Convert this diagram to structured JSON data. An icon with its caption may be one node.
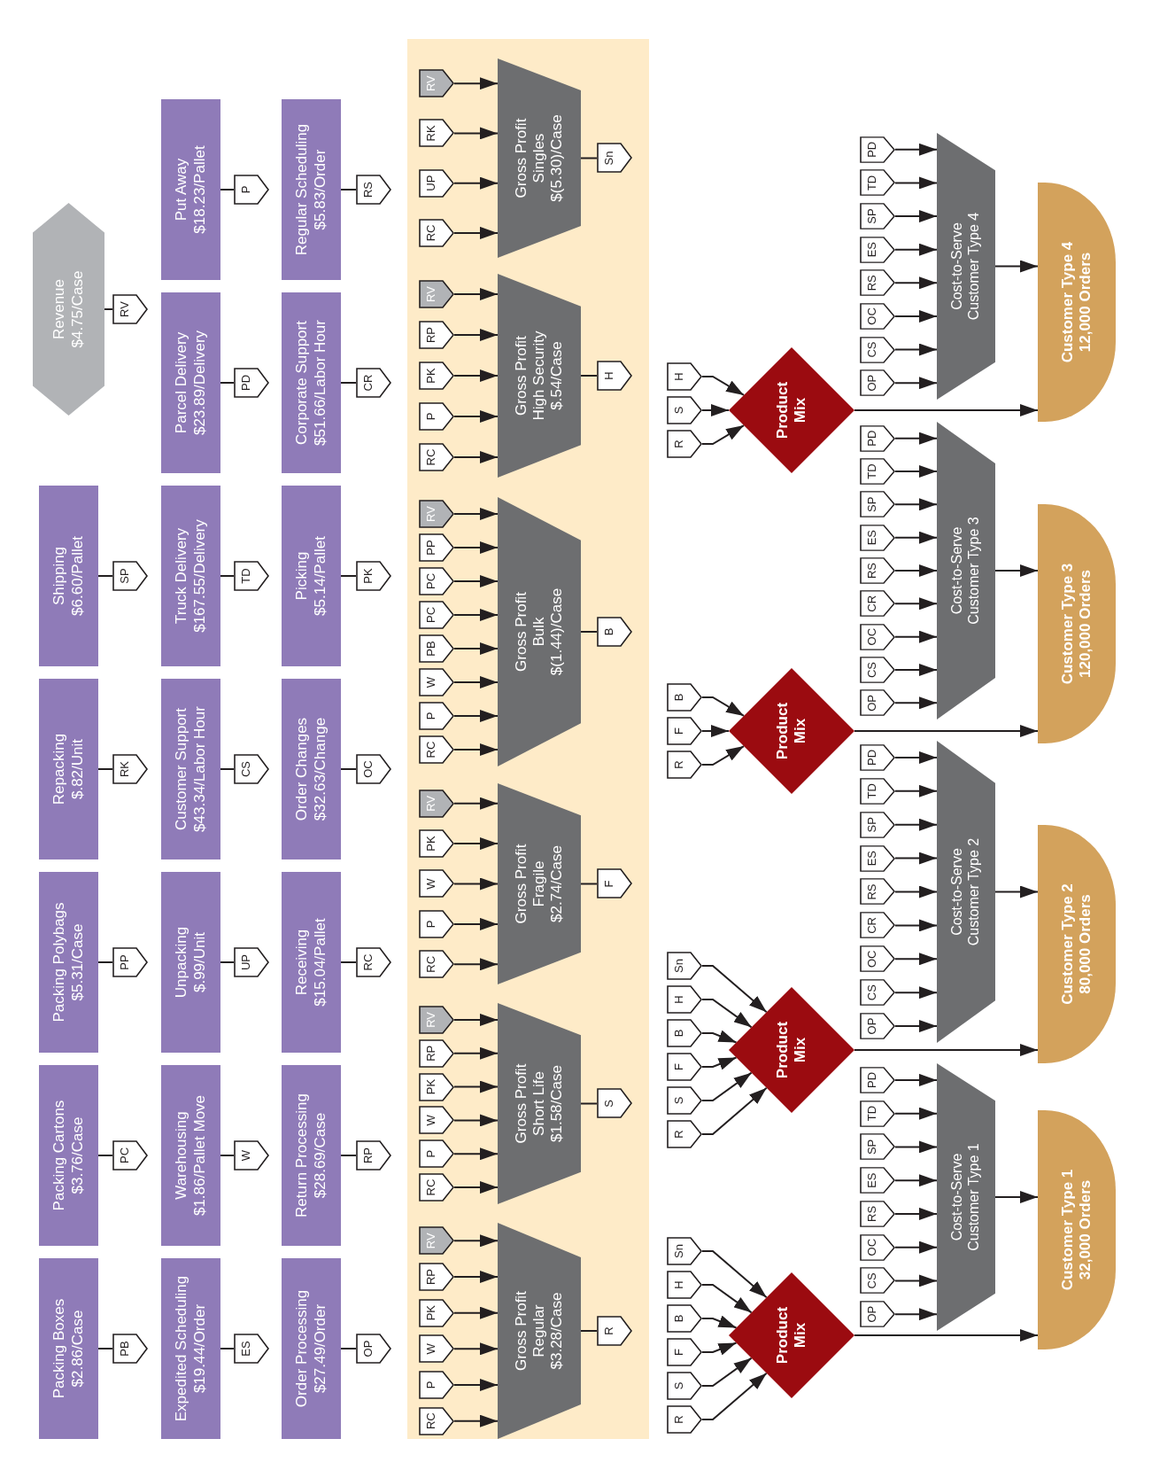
{
  "diagram": {
    "nodes": [
      {
        "text": [
          "Packing Boxes",
          "$2.86/Case"
        ]
      },
      {
        "text": [
          "PB"
        ]
      },
      {
        "text": [
          "Packing Cartons",
          "$3.76/Case"
        ]
      },
      {
        "text": [
          "PC"
        ]
      },
      {
        "text": [
          "Packing Polybags",
          "$5.31/Case"
        ]
      },
      {
        "text": [
          "PP"
        ]
      },
      {
        "text": [
          "Repacking",
          "$.82/Unit"
        ]
      },
      {
        "text": [
          "RK"
        ]
      },
      {
        "text": [
          "Shipping",
          "$6.60/Pallet"
        ]
      },
      {
        "text": [
          "SP"
        ]
      },
      {
        "text": [
          "Revenue",
          "$4.75/Case"
        ]
      },
      {
        "text": [
          "RV"
        ]
      },
      {
        "text": [
          "Expedited Scheduling",
          "$19.44/Order"
        ]
      },
      {
        "text": [
          "ES"
        ]
      },
      {
        "text": [
          "Warehousing",
          "$1.86/Pallet Move"
        ]
      },
      {
        "text": [
          "W"
        ]
      },
      {
        "text": [
          "Unpacking",
          "$.99/Unit"
        ]
      },
      {
        "text": [
          "UP"
        ]
      },
      {
        "text": [
          "Customer Support",
          "$43.34/Labor Hour"
        ]
      },
      {
        "text": [
          "CS"
        ]
      },
      {
        "text": [
          "Truck Delivery",
          "$167.55/Delivery"
        ]
      },
      {
        "text": [
          "TD"
        ]
      },
      {
        "text": [
          "Parcel Delivery",
          "$23.89/Delivery"
        ]
      },
      {
        "text": [
          "PD"
        ]
      },
      {
        "text": [
          "Put Away",
          "$18.23/Pallet"
        ]
      },
      {
        "text": [
          "P"
        ]
      },
      {
        "text": [
          "Order Processing",
          "$27.49/Order"
        ]
      },
      {
        "text": [
          "OP"
        ]
      },
      {
        "text": [
          "Return Processing",
          "$28.69/Case"
        ]
      },
      {
        "text": [
          "RP"
        ]
      },
      {
        "text": [
          "Receiving",
          "$15.04/Pallet"
        ]
      },
      {
        "text": [
          "RC"
        ]
      },
      {
        "text": [
          "Order Changes",
          "$32.63/Change"
        ]
      },
      {
        "text": [
          "OC"
        ]
      },
      {
        "text": [
          "Picking",
          "$5.14/Pallet"
        ]
      },
      {
        "text": [
          "PK"
        ]
      },
      {
        "text": [
          "Corporate Support",
          "$51.66/Labor Hour"
        ]
      },
      {
        "text": [
          "CR"
        ]
      },
      {
        "text": [
          "Regular Scheduling",
          "$5.83/Order"
        ]
      },
      {
        "text": [
          "RS"
        ]
      },
      {
        "text": [],
        "shape": "box"
      },
      {
        "text": [
          "RC"
        ],
        "in": 40
      },
      {
        "text": [
          "P"
        ],
        "in": 40
      },
      {
        "text": [
          "W"
        ],
        "in": 40
      },
      {
        "text": [
          "PK"
        ],
        "in": 40
      },
      {
        "text": [
          "RP"
        ],
        "in": 40
      },
      {
        "text": [
          "RV"
        ],
        "in": 40
      },
      {
        "text": [
          "Gross Profit",
          "Regular",
          "$3.28/Case"
        ],
        "in": 40
      },
      {
        "text": [
          "R"
        ],
        "in": 40
      },
      {
        "text": [
          "RC"
        ],
        "in": 40
      },
      {
        "text": [
          "P"
        ],
        "in": 40
      },
      {
        "text": [
          "W"
        ],
        "in": 40
      },
      {
        "text": [
          "PK"
        ],
        "in": 40
      },
      {
        "text": [
          "RP"
        ],
        "in": 40
      },
      {
        "text": [
          "RV"
        ],
        "in": 40
      },
      {
        "text": [
          "Gross Profit",
          "Short Life",
          "$1.58/Case"
        ],
        "in": 40
      },
      {
        "text": [
          "S"
        ],
        "in": 40
      },
      {
        "text": [
          "RC"
        ],
        "in": 40
      },
      {
        "text": [
          "P"
        ],
        "in": 40
      },
      {
        "text": [
          "W"
        ],
        "in": 40
      },
      {
        "text": [
          "PK"
        ],
        "in": 40
      },
      {
        "text": [
          "RV"
        ],
        "in": 40
      },
      {
        "text": [
          "Gross Profit",
          "Fragile",
          "$2.74/Case"
        ],
        "in": 40
      },
      {
        "text": [
          "F"
        ],
        "in": 40
      },
      {
        "text": [
          "RC"
        ],
        "in": 40
      },
      {
        "text": [
          "P"
        ],
        "in": 40
      },
      {
        "text": [
          "W"
        ],
        "in": 40
      },
      {
        "text": [
          "PB"
        ],
        "in": 40
      },
      {
        "text": [
          "PC"
        ],
        "in": 40
      },
      {
        "text": [
          "PC"
        ],
        "in": 40
      },
      {
        "text": [
          "PP"
        ],
        "in": 40
      },
      {
        "text": [
          "RV"
        ],
        "in": 40
      },
      {
        "text": [
          "Gross Profit",
          "Bulk",
          "$(1.44)/Case"
        ],
        "in": 40
      },
      {
        "text": [
          "B"
        ],
        "in": 40
      },
      {
        "text": [
          "RC"
        ],
        "in": 40
      },
      {
        "text": [
          "P"
        ],
        "in": 40
      },
      {
        "text": [
          "PK"
        ],
        "in": 40
      },
      {
        "text": [
          "RP"
        ],
        "in": 40
      },
      {
        "text": [
          "RV"
        ],
        "in": 40
      },
      {
        "text": [
          "Gross Profit",
          "High Security",
          "$.54/Case"
        ],
        "in": 40
      },
      {
        "text": [
          "H"
        ],
        "in": 40
      },
      {
        "text": [
          "RC"
        ],
        "in": 40
      },
      {
        "text": [
          "UP"
        ],
        "in": 40
      },
      {
        "text": [
          "RK"
        ],
        "in": 40
      },
      {
        "text": [
          "RV"
        ],
        "in": 40
      },
      {
        "text": [
          "Gross Profit",
          "Singles",
          "$(5.30)/Case"
        ],
        "in": 40
      },
      {
        "text": [
          "Sn"
        ],
        "in": 40
      },
      {
        "text": [
          "R"
        ]
      },
      {
        "text": [
          "S"
        ]
      },
      {
        "text": [
          "F"
        ]
      },
      {
        "text": [
          "B"
        ]
      },
      {
        "text": [
          "H"
        ]
      },
      {
        "text": [
          "Sn"
        ]
      },
      {
        "text": [
          "Product Mix"
        ]
      },
      {
        "text": [
          "OP"
        ]
      },
      {
        "text": [
          "CS"
        ]
      },
      {
        "text": [
          "OC"
        ]
      },
      {
        "text": [
          "RS"
        ]
      },
      {
        "text": [
          "ES"
        ]
      },
      {
        "text": [
          "SP"
        ]
      },
      {
        "text": [
          "TD"
        ]
      },
      {
        "text": [
          "PD"
        ]
      },
      {
        "text": [
          "Cost-to-Serve",
          "Customer Type 1"
        ]
      },
      {
        "text": [
          "Customer Type 1",
          "32,000 Orders"
        ]
      },
      {
        "text": [
          "R"
        ]
      },
      {
        "text": [
          "S"
        ]
      },
      {
        "text": [
          "F"
        ]
      },
      {
        "text": [
          "B"
        ]
      },
      {
        "text": [
          "H"
        ]
      },
      {
        "text": [
          "Sn"
        ]
      },
      {
        "text": [
          "Product Mix"
        ]
      },
      {
        "text": [
          "OP"
        ]
      },
      {
        "text": [
          "CS"
        ]
      },
      {
        "text": [
          "OC"
        ]
      },
      {
        "text": [
          "CR"
        ]
      },
      {
        "text": [
          "RS"
        ]
      },
      {
        "text": [
          "ES"
        ]
      },
      {
        "text": [
          "SP"
        ]
      },
      {
        "text": [
          "TD"
        ]
      },
      {
        "text": [
          "PD"
        ]
      },
      {
        "text": [
          "Cost-to-Serve",
          "Customer Type 2"
        ]
      },
      {
        "text": [
          "Customer Type 2",
          "80,000 Orders"
        ]
      },
      {
        "text": [
          "R"
        ]
      },
      {
        "text": [
          "F"
        ]
      },
      {
        "text": [
          "B"
        ]
      },
      {
        "text": [
          "Product Mix"
        ]
      },
      {
        "text": [
          "OP"
        ]
      },
      {
        "text": [
          "CS"
        ]
      },
      {
        "text": [
          "OC"
        ]
      },
      {
        "text": [
          "CR"
        ]
      },
      {
        "text": [
          "RS"
        ]
      },
      {
        "text": [
          "ES"
        ]
      },
      {
        "text": [
          "SP"
        ]
      },
      {
        "text": [
          "TD"
        ]
      },
      {
        "text": [
          "PD"
        ]
      },
      {
        "text": [
          "Cost-to-Serve",
          "Customer Type 3"
        ]
      },
      {
        "text": [
          "Customer Type 3",
          "120,000 Orders"
        ]
      },
      {
        "text": [
          "R"
        ]
      },
      {
        "text": [
          "S"
        ]
      },
      {
        "text": [
          "H"
        ]
      },
      {
        "text": [
          "Product Mix"
        ]
      },
      {
        "text": [
          "OP"
        ]
      },
      {
        "text": [
          "CS"
        ]
      },
      {
        "text": [
          "OC"
        ]
      },
      {
        "text": [
          "RS"
        ]
      },
      {
        "text": [
          "ES"
        ]
      },
      {
        "text": [
          "SP"
        ]
      },
      {
        "text": [
          "TD"
        ]
      },
      {
        "text": [
          "PD"
        ]
      },
      {
        "text": [
          "Cost-to-Serve",
          "Customer Type 4"
        ]
      },
      {
        "text": [
          "Customer Type 4",
          "12,000 Orders"
        ]
      }
    ],
    "edges": [
      {
        "from": 0,
        "to": 1,
        "arrow": "none"
      },
      {
        "from": 2,
        "to": 3,
        "arrow": "none"
      },
      {
        "from": 4,
        "to": 5,
        "arrow": "none"
      },
      {
        "from": 6,
        "to": 7,
        "arrow": "none"
      },
      {
        "from": 8,
        "to": 9,
        "arrow": "none"
      },
      {
        "from": 10,
        "to": 11,
        "arrow": "none"
      },
      {
        "from": 12,
        "to": 13,
        "arrow": "none"
      },
      {
        "from": 14,
        "to": 15,
        "arrow": "none"
      },
      {
        "from": 16,
        "to": 17,
        "arrow": "none"
      },
      {
        "from": 18,
        "to": 19,
        "arrow": "none"
      },
      {
        "from": 20,
        "to": 21,
        "arrow": "none"
      },
      {
        "from": 22,
        "to": 23,
        "arrow": "none"
      },
      {
        "from": 24,
        "to": 25,
        "arrow": "none"
      },
      {
        "from": 26,
        "to": 27,
        "arrow": "none"
      },
      {
        "from": 28,
        "to": 29,
        "arrow": "none"
      },
      {
        "from": 30,
        "to": 31,
        "arrow": "none"
      },
      {
        "from": 32,
        "to": 33,
        "arrow": "none"
      },
      {
        "from": 34,
        "to": 35,
        "arrow": "none"
      },
      {
        "from": 36,
        "to": 37,
        "arrow": "none"
      },
      {
        "from": 38,
        "to": 39,
        "arrow": "none"
      },
      {
        "from": 41,
        "to": 47,
        "arrow": "to"
      },
      {
        "from": 42,
        "to": 47,
        "arrow": "to"
      },
      {
        "from": 43,
        "to": 47,
        "arrow": "to"
      },
      {
        "from": 44,
        "to": 47,
        "arrow": "to"
      },
      {
        "from": 45,
        "to": 47,
        "arrow": "to"
      },
      {
        "from": 46,
        "to": 47,
        "arrow": "to"
      },
      {
        "from": 47,
        "to": 48,
        "arrow": "none"
      },
      {
        "from": 49,
        "to": 55,
        "arrow": "to"
      },
      {
        "from": 50,
        "to": 55,
        "arrow": "to"
      },
      {
        "from": 51,
        "to": 55,
        "arrow": "to"
      },
      {
        "from": 52,
        "to": 55,
        "arrow": "to"
      },
      {
        "from": 53,
        "to": 55,
        "arrow": "to"
      },
      {
        "from": 54,
        "to": 55,
        "arrow": "to"
      },
      {
        "from": 55,
        "to": 56,
        "arrow": "none"
      },
      {
        "from": 57,
        "to": 62,
        "arrow": "to"
      },
      {
        "from": 58,
        "to": 62,
        "arrow": "to"
      },
      {
        "from": 59,
        "to": 62,
        "arrow": "to"
      },
      {
        "from": 60,
        "to": 62,
        "arrow": "to"
      },
      {
        "from": 61,
        "to": 62,
        "arrow": "to"
      },
      {
        "from": 62,
        "to": 63,
        "arrow": "none"
      },
      {
        "from": 64,
        "to": 72,
        "arrow": "to"
      },
      {
        "from": 65,
        "to": 72,
        "arrow": "to"
      },
      {
        "from": 66,
        "to": 72,
        "arrow": "to"
      },
      {
        "from": 67,
        "to": 72,
        "arrow": "to"
      },
      {
        "from": 68,
        "to": 72,
        "arrow": "to"
      },
      {
        "from": 69,
        "to": 72,
        "arrow": "to"
      },
      {
        "from": 70,
        "to": 72,
        "arrow": "to"
      },
      {
        "from": 71,
        "to": 72,
        "arrow": "to"
      },
      {
        "from": 72,
        "to": 73,
        "arrow": "none"
      },
      {
        "from": 74,
        "to": 79,
        "arrow": "to"
      },
      {
        "from": 75,
        "to": 79,
        "arrow": "to"
      },
      {
        "from": 76,
        "to": 79,
        "arrow": "to"
      },
      {
        "from": 77,
        "to": 79,
        "arrow": "to"
      },
      {
        "from": 78,
        "to": 79,
        "arrow": "to"
      },
      {
        "from": 79,
        "to": 80,
        "arrow": "none"
      },
      {
        "from": 81,
        "to": 85,
        "arrow": "to"
      },
      {
        "from": 82,
        "to": 85,
        "arrow": "to"
      },
      {
        "from": 83,
        "to": 85,
        "arrow": "to"
      },
      {
        "from": 84,
        "to": 85,
        "arrow": "to"
      },
      {
        "from": 85,
        "to": 86,
        "arrow": "none"
      },
      {
        "from": 87,
        "to": 93,
        "arrow": "to"
      },
      {
        "from": 88,
        "to": 93,
        "arrow": "to"
      },
      {
        "from": 89,
        "to": 93,
        "arrow": "to"
      },
      {
        "from": 90,
        "to": 93,
        "arrow": "to"
      },
      {
        "from": 91,
        "to": 93,
        "arrow": "to"
      },
      {
        "from": 92,
        "to": 93,
        "arrow": "to"
      },
      {
        "from": 94,
        "to": 102,
        "arrow": "to"
      },
      {
        "from": 95,
        "to": 102,
        "arrow": "to"
      },
      {
        "from": 96,
        "to": 102,
        "arrow": "to"
      },
      {
        "from": 97,
        "to": 102,
        "arrow": "to"
      },
      {
        "from": 98,
        "to": 102,
        "arrow": "to"
      },
      {
        "from": 99,
        "to": 102,
        "arrow": "to"
      },
      {
        "from": 100,
        "to": 102,
        "arrow": "to"
      },
      {
        "from": 101,
        "to": 102,
        "arrow": "to"
      },
      {
        "from": 93,
        "to": 103,
        "arrow": "to"
      },
      {
        "from": 102,
        "to": 103,
        "arrow": "to"
      },
      {
        "from": 104,
        "to": 110,
        "arrow": "to"
      },
      {
        "from": 105,
        "to": 110,
        "arrow": "to"
      },
      {
        "from": 106,
        "to": 110,
        "arrow": "to"
      },
      {
        "from": 107,
        "to": 110,
        "arrow": "to"
      },
      {
        "from": 108,
        "to": 110,
        "arrow": "to"
      },
      {
        "from": 109,
        "to": 110,
        "arrow": "to"
      },
      {
        "from": 111,
        "to": 120,
        "arrow": "to"
      },
      {
        "from": 112,
        "to": 120,
        "arrow": "to"
      },
      {
        "from": 113,
        "to": 120,
        "arrow": "to"
      },
      {
        "from": 114,
        "to": 120,
        "arrow": "to"
      },
      {
        "from": 115,
        "to": 120,
        "arrow": "to"
      },
      {
        "from": 116,
        "to": 120,
        "arrow": "to"
      },
      {
        "from": 117,
        "to": 120,
        "arrow": "to"
      },
      {
        "from": 118,
        "to": 120,
        "arrow": "to"
      },
      {
        "from": 119,
        "to": 120,
        "arrow": "to"
      },
      {
        "from": 110,
        "to": 121,
        "arrow": "to"
      },
      {
        "from": 120,
        "to": 121,
        "arrow": "to"
      },
      {
        "from": 122,
        "to": 125,
        "arrow": "to"
      },
      {
        "from": 123,
        "to": 125,
        "arrow": "to"
      },
      {
        "from": 124,
        "to": 125,
        "arrow": "to"
      },
      {
        "from": 126,
        "to": 135,
        "arrow": "to"
      },
      {
        "from": 127,
        "to": 135,
        "arrow": "to"
      },
      {
        "from": 128,
        "to": 135,
        "arrow": "to"
      },
      {
        "from": 129,
        "to": 135,
        "arrow": "to"
      },
      {
        "from": 130,
        "to": 135,
        "arrow": "to"
      },
      {
        "from": 131,
        "to": 135,
        "arrow": "to"
      },
      {
        "from": 132,
        "to": 135,
        "arrow": "to"
      },
      {
        "from": 133,
        "to": 135,
        "arrow": "to"
      },
      {
        "from": 134,
        "to": 135,
        "arrow": "to"
      },
      {
        "from": 125,
        "to": 136,
        "arrow": "to"
      },
      {
        "from": 135,
        "to": 136,
        "arrow": "to"
      },
      {
        "from": 137,
        "to": 140,
        "arrow": "to"
      },
      {
        "from": 138,
        "to": 140,
        "arrow": "to"
      },
      {
        "from": 139,
        "to": 140,
        "arrow": "to"
      },
      {
        "from": 141,
        "to": 149,
        "arrow": "to"
      },
      {
        "from": 142,
        "to": 149,
        "arrow": "to"
      },
      {
        "from": 143,
        "to": 149,
        "arrow": "to"
      },
      {
        "from": 144,
        "to": 149,
        "arrow": "to"
      },
      {
        "from": 145,
        "to": 149,
        "arrow": "to"
      },
      {
        "from": 146,
        "to": 149,
        "arrow": "to"
      },
      {
        "from": 147,
        "to": 149,
        "arrow": "to"
      },
      {
        "from": 148,
        "to": 149,
        "arrow": "to"
      },
      {
        "from": 140,
        "to": 150,
        "arrow": "to"
      },
      {
        "from": 149,
        "to": 150,
        "arrow": "to"
      }
    ]
  }
}
